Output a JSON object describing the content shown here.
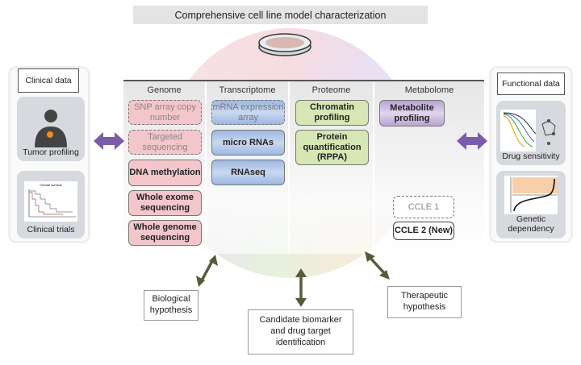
{
  "title": "Comprehensive cell line model characterization",
  "columns": {
    "genome": {
      "header": "Genome",
      "items": [
        "SNP array copy number",
        "Targeted sequencing",
        "DNA methylation",
        "Whole exome sequencing",
        "Whole genome sequencing"
      ]
    },
    "transcriptome": {
      "header": "Transcriptome",
      "items": [
        "mRNA expression array",
        "micro RNAs",
        "RNAseq"
      ]
    },
    "proteome": {
      "header": "Proteome",
      "items": [
        "Chromatin profiling",
        "Protein quantification (RPPA)"
      ]
    },
    "metabolome": {
      "header": "Metabolome",
      "items": [
        "Metabolite profiling"
      ]
    }
  },
  "legend": {
    "ccle1": "CCLE 1",
    "ccle2": "CCLE 2 (New)"
  },
  "clinical": {
    "header": "Clinical data",
    "cards": [
      "Tumor profiling",
      "Clinical trials"
    ],
    "chart_title": "Overall survival"
  },
  "functional": {
    "header": "Functional data",
    "cards": [
      "Drug sensitivity",
      "Genetic dependency"
    ]
  },
  "outcomes": {
    "biological": "Biological hypothesis",
    "candidate": "Candidate biomarker and drug target identification",
    "therapeutic": "Therapeutic hypothesis"
  },
  "colors": {
    "genome": "#f2c6cb",
    "transcriptome": "#9db8e0",
    "proteome": "#d6e6b4",
    "metabolome": "#b9a3d3",
    "arrow": "#7b5ca8"
  }
}
